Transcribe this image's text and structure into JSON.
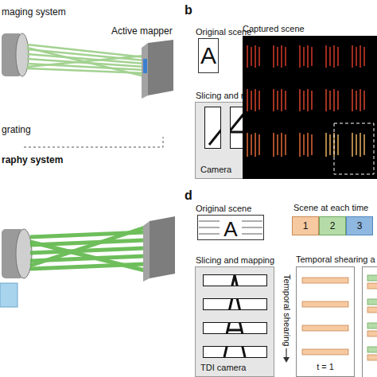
{
  "diagram": {
    "nodes": [
      {
        "text": [
          "Original scene",
          "A"
        ]
      },
      {
        "text": [
          "Slicing and mapping",
          "Camera"
        ]
      },
      {
        "text": [
          "Captured scene"
        ]
      },
      {
        "text": [
          "Original scene",
          "A"
        ]
      },
      {
        "text": [
          "Slicing and mapping",
          "TDI camera"
        ]
      },
      {
        "text": [
          "1"
        ]
      },
      {
        "text": [
          "2"
        ]
      },
      {
        "text": [
          "3"
        ]
      },
      {
        "text": [
          "t = 1"
        ]
      }
    ],
    "labels": [
      "maging system",
      "Active mapper",
      "grating",
      "raphy system",
      "b",
      "d",
      "Scene at each time",
      "Temporal shearing",
      "Temporal shearing a"
    ]
  }
}
